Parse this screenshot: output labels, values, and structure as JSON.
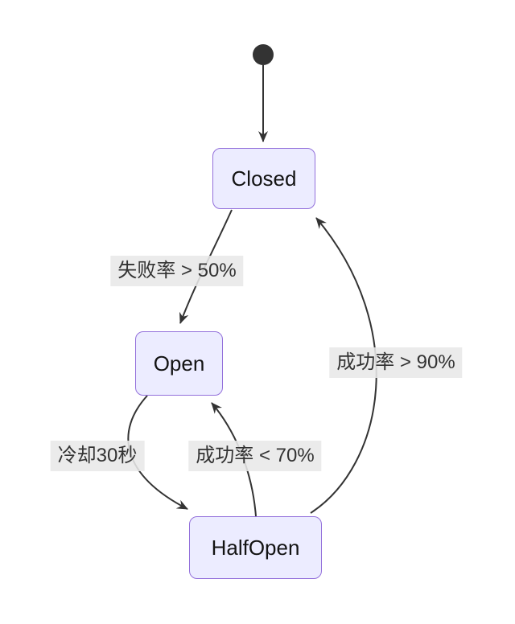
{
  "diagram": {
    "type": "state-diagram",
    "states": [
      {
        "id": "closed",
        "label": "Closed"
      },
      {
        "id": "open",
        "label": "Open"
      },
      {
        "id": "halfopen",
        "label": "HalfOpen"
      }
    ],
    "transitions": [
      {
        "from": "start",
        "to": "Closed",
        "label": ""
      },
      {
        "from": "Closed",
        "to": "Open",
        "label": "失败率 > 50%"
      },
      {
        "from": "Open",
        "to": "HalfOpen",
        "label": "冷却30秒"
      },
      {
        "from": "HalfOpen",
        "to": "Open",
        "label": "成功率 < 70%"
      },
      {
        "from": "HalfOpen",
        "to": "Closed",
        "label": "成功率 > 90%"
      }
    ],
    "colors": {
      "node_fill": "#ECECFF",
      "node_border": "#9370DB",
      "edge_stroke": "#333333",
      "edge_label_bg": "#e8e8e8",
      "text": "#131313",
      "initial_dot": "#333333",
      "background": "#ffffff"
    }
  }
}
